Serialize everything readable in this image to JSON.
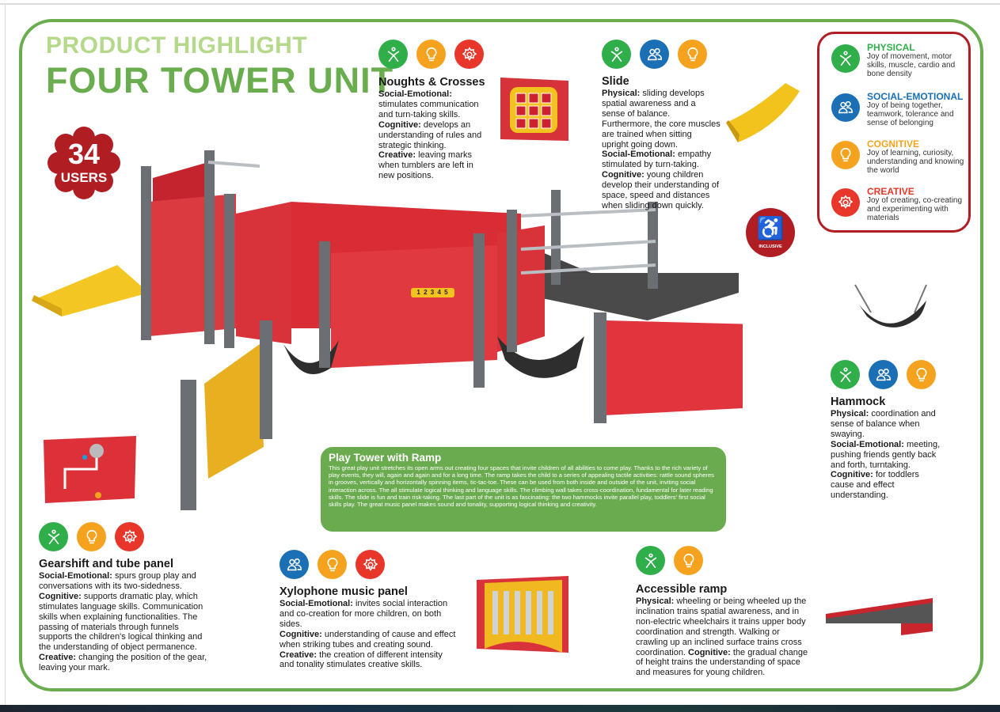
{
  "header": {
    "pretitle": "PRODUCT HIGHLIGHT",
    "title": "FOUR TOWER UNIT"
  },
  "users_badge": {
    "count": "34",
    "label": "USERS"
  },
  "inclusive_badge": {
    "label": "INCLUSIVE"
  },
  "colors": {
    "green": "#6aad4e",
    "light_green": "#b5d98a",
    "red": "#b01e23",
    "physical": "#2fae4a",
    "social": "#1a6fb5",
    "cognitive": "#f5a31f",
    "creative": "#e8372a"
  },
  "legend": [
    {
      "key": "physical",
      "title": "PHYSICAL",
      "desc": "Joy of movement, motor skills, muscle, cardio and bone density"
    },
    {
      "key": "social",
      "title": "SOCIAL-EMOTIONAL",
      "desc": "Joy of being together, teamwork, tolerance and sense of belonging"
    },
    {
      "key": "cognitive",
      "title": "COGNITIVE",
      "desc": "Joy of learning, curiosity, understanding and knowing the world"
    },
    {
      "key": "creative",
      "title": "CREATIVE",
      "desc": "Joy of creating, co-creating and experimenting with materials"
    }
  ],
  "features": {
    "noughts": {
      "title": "Noughts & Crosses",
      "items": [
        {
          "label": "Social-Emotional:",
          "text": " stimulates communication and turn-taking skills."
        },
        {
          "label": "Cognitive:",
          "text": " develops an understanding of rules and strategic thinking."
        },
        {
          "label": "Creative:",
          "text": " leaving marks when tumblers are left in new positions."
        }
      ]
    },
    "slide": {
      "title": "Slide",
      "items": [
        {
          "label": "Physical:",
          "text": " sliding develops spatial awareness and a sense of balance. Furthermore, the core muscles are trained when sitting upright going down."
        },
        {
          "label": "Social-Emotional:",
          "text": " empathy stimulated by turn-taking."
        },
        {
          "label": "Cognitive:",
          "text": " young children develop their understanding of space, speed and distances when sliding down quickly."
        }
      ]
    },
    "hammock": {
      "title": "Hammock",
      "items": [
        {
          "label": "Physical:",
          "text": " coordination and sense of balance when swaying."
        },
        {
          "label": "Social-Emotional:",
          "text": " meeting, pushing friends gently back and forth, turntaking."
        },
        {
          "label": "Cognitive:",
          "text": " for toddlers cause and effect understanding."
        }
      ]
    },
    "gearshift": {
      "title": "Gearshift and tube panel",
      "items": [
        {
          "label": "Social-Emotional:",
          "text": " spurs group play and conversations with its two-sidedness."
        },
        {
          "label": "Cognitive:",
          "text": " supports dramatic play, which stimulates language skills. Communication skills when explaining functionalities. The passing of materials through funnels supports the children's logical thinking and the understanding of object permanence."
        },
        {
          "label": "Creative:",
          "text": " changing the position of the gear, leaving your mark."
        }
      ]
    },
    "xylophone": {
      "title": "Xylophone music panel",
      "items": [
        {
          "label": "Social-Emotional:",
          "text": " invites social interaction and co-creation for more children, on both sides."
        },
        {
          "label": "Cognitive:",
          "text": " understanding of cause and effect when striking tubes and creating sound."
        },
        {
          "label": "Creative:",
          "text": " the creation of different intensity and tonality stimulates creative skills."
        }
      ]
    },
    "ramp": {
      "title": "Accessible ramp",
      "items": [
        {
          "label": "Physical:",
          "text": " wheeling or being wheeled up the inclination trains spatial awareness, and in non-electric wheelchairs it trains upper body coordination and strength. Walking or crawling up an inclined surface trains cross coordination. "
        },
        {
          "label": "Cognitive:",
          "text": " the gradual change of height trains the understanding of space and measures for young children."
        }
      ]
    }
  },
  "summary": {
    "title": "Play Tower with Ramp",
    "text": "This great play unit stretches its open arms out creating four spaces that invite children of all abilities to come play. Thanks to the rich variety of play events, they will, again and again and for a long time. The ramp takes the child to a series of appealing tactile activities: rattle sound spheres in grooves, vertically and horizontally spinning items, tic-tac-toe. These can be used from both inside and outside of the unit, inviting social interaction across. The all stimulate logical thinking and language skills. The climbing wall takes cross-coordination, fundamental for later reading skills. The slide is fun and train risk-taking. The last part of the unit is as fascinating: the two hammocks invite parallel play, toddlers' first social skills play. The great music panel makes sound and tonality, supporting logical thinking and creativity."
  },
  "panel_numbers": "1 2 3 4 5"
}
